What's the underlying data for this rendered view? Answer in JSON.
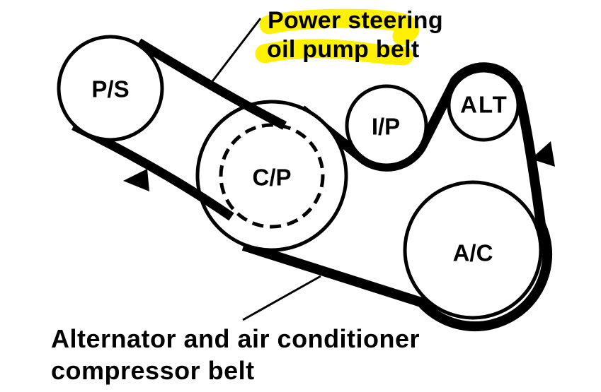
{
  "title": {
    "line1": "Power steering",
    "line2": "oil pump belt"
  },
  "caption": {
    "line1": "Alternator and air conditioner",
    "line2": "compressor belt"
  },
  "pulleys": [
    {
      "id": "power-steering-pump",
      "label": "P/S"
    },
    {
      "id": "crankshaft-pulley",
      "label": "C/P"
    },
    {
      "id": "idler-pulley",
      "label": "I/P"
    },
    {
      "id": "alternator",
      "label": "ALT"
    },
    {
      "id": "air-conditioner-compressor",
      "label": "A/C"
    }
  ],
  "belts": [
    {
      "name": "power-steering-oil-pump-belt"
    },
    {
      "name": "alternator-and-ac-compressor-belt"
    }
  ],
  "icons": [
    {
      "name": "tension-check-arrow-left"
    },
    {
      "name": "tension-check-arrow-right"
    }
  ],
  "colors": {
    "ink": "#000000",
    "background": "#ffffff",
    "highlight": "#fff100"
  }
}
